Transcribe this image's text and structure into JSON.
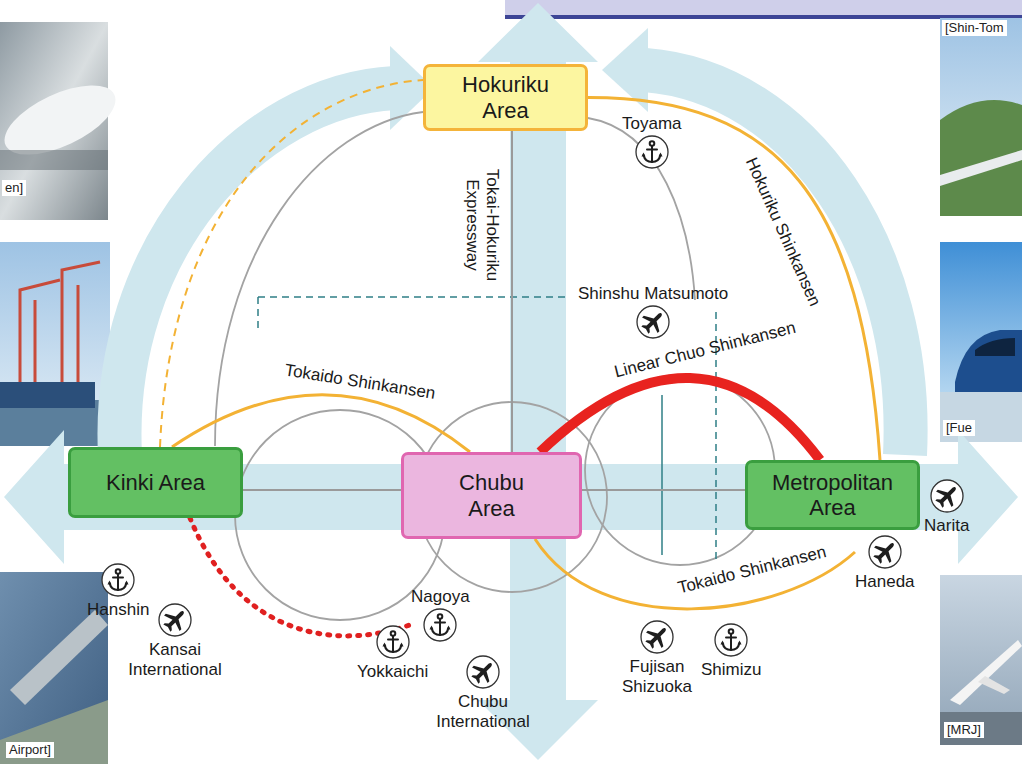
{
  "diagram": {
    "nodes": [
      {
        "text": [
          "Hokuriku Area"
        ]
      },
      {
        "text": [
          "Toyama"
        ]
      },
      {
        "text": [
          "Shinshu Matsumoto"
        ]
      },
      {
        "text": [
          "Kinki Area"
        ]
      },
      {
        "text": [
          "Chubu Area"
        ]
      },
      {
        "text": [
          "Metropolitan Area"
        ]
      },
      {
        "text": [
          "Narita"
        ]
      },
      {
        "text": [
          "Haneda"
        ]
      },
      {
        "text": [
          "Hanshin"
        ]
      },
      {
        "text": [
          "Nagoya"
        ]
      },
      {
        "text": [
          "Kansai International"
        ]
      },
      {
        "text": [
          "Yokkaichi"
        ]
      },
      {
        "text": [
          "Fujisan Shizuoka"
        ]
      },
      {
        "text": [
          "Shimizu"
        ]
      },
      {
        "text": [
          "Chubu International"
        ]
      }
    ],
    "edges": [
      {
        "from": 0,
        "to": 5,
        "arrow": "none",
        "label": "Hokuriku Shinkansen"
      },
      {
        "from": 0,
        "to": 4,
        "arrow": "none",
        "label": "Tokai-Hokuriku Expressway"
      },
      {
        "from": 3,
        "to": 4,
        "arrow": "none",
        "label": "Tokaido Shinkansen"
      },
      {
        "from": 4,
        "to": 5,
        "arrow": "none",
        "label": "Linear Chuo Shinkansen"
      },
      {
        "from": 4,
        "to": 7,
        "arrow": "none",
        "label": "Tokaido Shinkansen"
      },
      {
        "from": 3,
        "to": 0,
        "arrow": "none"
      },
      {
        "from": 3,
        "to": 9,
        "arrow": "none"
      },
      {
        "from": 3,
        "to": 4,
        "arrow": "none"
      },
      {
        "from": 4,
        "to": 5,
        "arrow": "none"
      }
    ],
    "labels": [
      "[Shin-Tom",
      "en]",
      "[Fue",
      "Airport]",
      "[MRJ]"
    ]
  }
}
